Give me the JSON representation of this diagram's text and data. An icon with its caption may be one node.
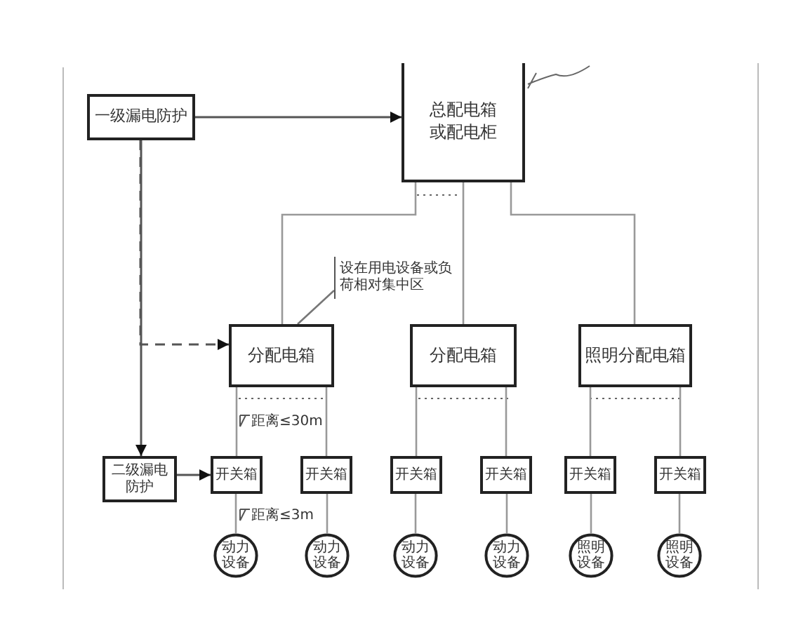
{
  "diagram": {
    "nodes": [
      {
        "text": [
          "一级漏电防护"
        ]
      },
      {
        "text": [
          "总配电箱或配电柜"
        ]
      },
      {
        "text": [
          "设在用电设备或负荷相对集中区"
        ]
      },
      {
        "text": [
          "分配电箱"
        ]
      },
      {
        "text": [
          "分配电箱"
        ]
      },
      {
        "text": [
          "照明分配电箱"
        ]
      },
      {
        "text": [
          "二级漏电防护"
        ]
      },
      {
        "text": [
          "开关箱"
        ]
      },
      {
        "text": [
          "开关箱"
        ]
      },
      {
        "text": [
          "开关箱"
        ]
      },
      {
        "text": [
          "开关箱"
        ]
      },
      {
        "text": [
          "开关箱"
        ]
      },
      {
        "text": [
          "开关箱"
        ]
      },
      {
        "text": [
          "动力设备"
        ]
      },
      {
        "text": [
          "动力设备"
        ]
      },
      {
        "text": [
          "动力设备"
        ]
      },
      {
        "text": [
          "动力设备"
        ]
      },
      {
        "text": [
          "照明设备"
        ]
      },
      {
        "text": [
          "照明设备"
        ]
      }
    ],
    "edges": [
      {
        "from": 0,
        "to": 1,
        "arrow": "to"
      },
      {
        "from": 0,
        "to": 6,
        "arrow": "to"
      },
      {
        "from": 0,
        "to": 3,
        "arrow": "to",
        "style": "dashed"
      },
      {
        "from": 1,
        "to": 3,
        "arrow": "none"
      },
      {
        "from": 1,
        "to": 4,
        "arrow": "none"
      },
      {
        "from": 1,
        "to": 5,
        "arrow": "none"
      },
      {
        "from": 2,
        "to": 3,
        "arrow": "none"
      },
      {
        "from": 6,
        "to": 7,
        "arrow": "to"
      },
      {
        "from": 3,
        "to": 7,
        "arrow": "none"
      },
      {
        "from": 3,
        "to": 8,
        "arrow": "none"
      },
      {
        "from": 4,
        "to": 9,
        "arrow": "none"
      },
      {
        "from": 4,
        "to": 10,
        "arrow": "none"
      },
      {
        "from": 5,
        "to": 11,
        "arrow": "none"
      },
      {
        "from": 5,
        "to": 12,
        "arrow": "none"
      },
      {
        "from": 7,
        "to": 13,
        "arrow": "none"
      },
      {
        "from": 8,
        "to": 14,
        "arrow": "none"
      },
      {
        "from": 9,
        "to": 15,
        "arrow": "none"
      },
      {
        "from": 10,
        "to": 16,
        "arrow": "none"
      },
      {
        "from": 11,
        "to": 17,
        "arrow": "none"
      },
      {
        "from": 12,
        "to": 18,
        "arrow": "none"
      }
    ],
    "labels": [
      "距离≤30m",
      "距离≤3m"
    ]
  }
}
